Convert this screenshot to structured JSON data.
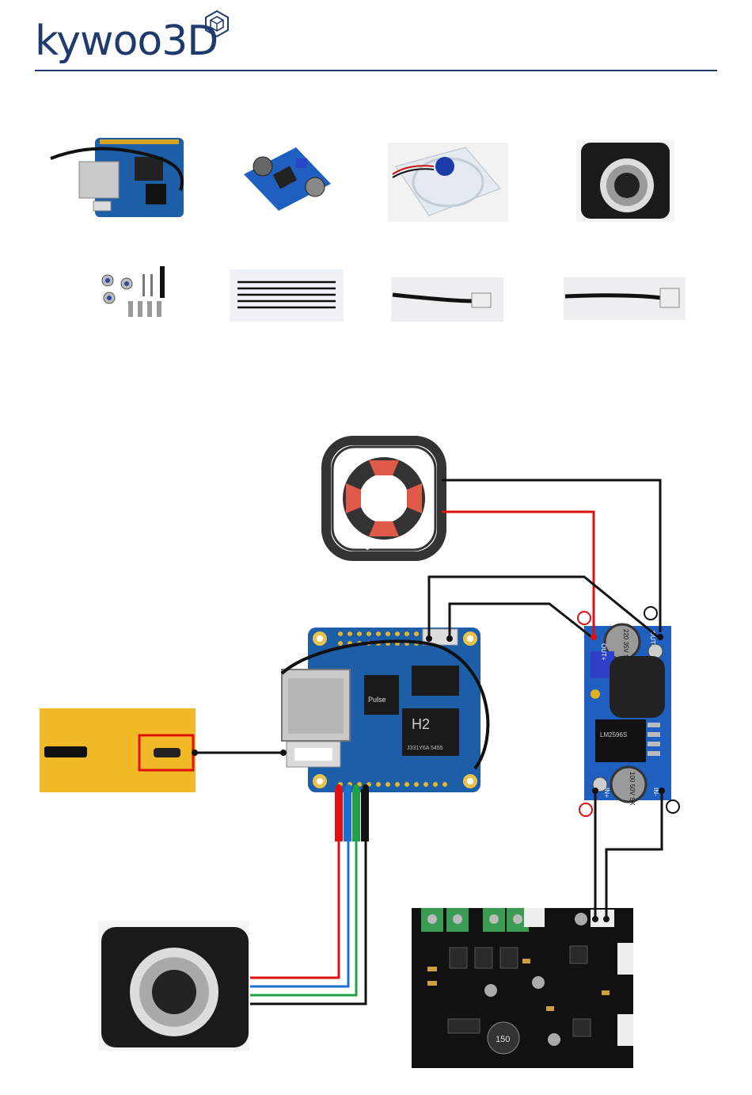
{
  "brand": {
    "name": "kywoo3D",
    "color": "#1f3b6e"
  },
  "parts": [
    {
      "icon": "orange-pi-board-icon"
    },
    {
      "icon": "buck-converter-module-icon"
    },
    {
      "icon": "cooling-fan-icon"
    },
    {
      "icon": "webcam-icon"
    },
    {
      "icon": "screws-and-nuts-icon"
    },
    {
      "icon": "cable-ties-icon"
    },
    {
      "icon": "fan-cable-icon"
    },
    {
      "icon": "power-cable-icon"
    }
  ],
  "board_labels": {
    "pulse_brand": "Pulse",
    "chip_name": "H2",
    "chip_code": "J331Y6A 5455",
    "converter_out_plus": "OUT+",
    "converter_out_minus": "OUT-",
    "converter_in_plus": "IN+",
    "converter_in_minus": "IN-",
    "cap_top": "220 35V SK",
    "cap_bottom": "100 50V SK",
    "regulator": "LM2596S",
    "inductor": "150"
  },
  "wire_colors": {
    "positive": "#e01010",
    "negative": "#111111",
    "camera": [
      "#e01010",
      "#1f6fd1",
      "#1ea04a",
      "#111111"
    ]
  }
}
